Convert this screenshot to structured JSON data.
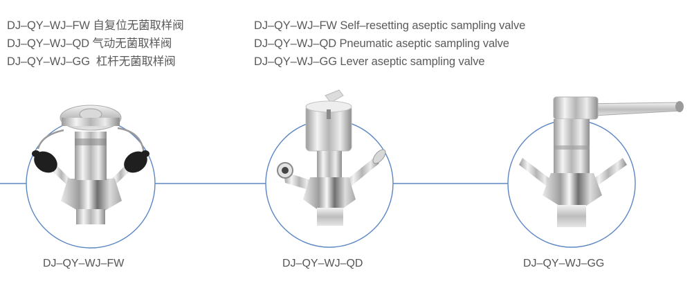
{
  "legend_zh": [
    "DJ–QY–WJ–FW 自复位无菌取样阀",
    "DJ–QY–WJ–QD 气动无菌取样阀",
    "DJ–QY–WJ–GG  杠杆无菌取样阀"
  ],
  "legend_en": [
    "DJ–QY–WJ–FW Self–resetting aseptic sampling valve",
    "DJ–QY–WJ–QD Pneumatic aseptic sampling valve",
    "DJ–QY–WJ–GG Lever aseptic sampling valve"
  ],
  "products": [
    {
      "model": "DJ–QY–WJ–FW",
      "type": "self-resetting",
      "icon": "self-resetting-valve-icon"
    },
    {
      "model": "DJ–QY–WJ–QD",
      "type": "pneumatic",
      "icon": "pneumatic-valve-icon"
    },
    {
      "model": "DJ–QY–WJ–GG",
      "type": "lever",
      "icon": "lever-valve-icon"
    }
  ],
  "colors": {
    "connector_line": "#5b86c4",
    "text": "#555555"
  }
}
